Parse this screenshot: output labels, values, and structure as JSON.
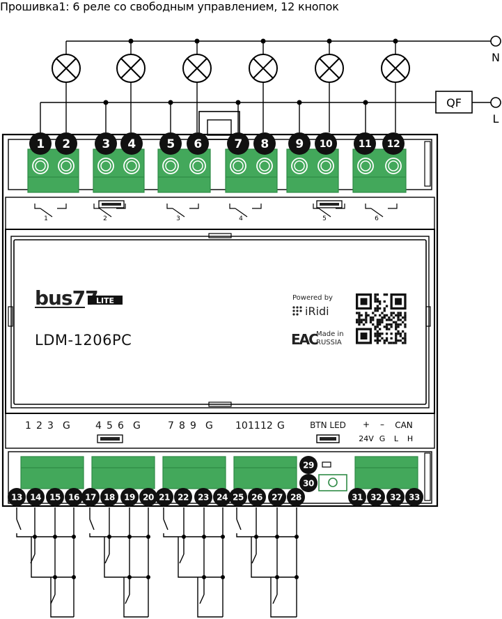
{
  "title": "Прошивка1: 6 реле со свободным управлением, 12 кнопок",
  "lines": {
    "n": "N",
    "l": "L",
    "breaker": "QF"
  },
  "device": {
    "brand": "bus77",
    "brand_badge": "LITE",
    "model": "LDM-1206PC",
    "powered_by": "Powered by",
    "partner": "iRidi",
    "cert": "EAC",
    "made_in_1": "Made in",
    "made_in_2": "RUSSIA"
  },
  "relay_terminals": [
    "1",
    "2",
    "3",
    "4",
    "5",
    "6",
    "7",
    "8",
    "9",
    "10",
    "11",
    "12"
  ],
  "relay_labels": [
    "1",
    "2",
    "3",
    "4",
    "5",
    "6"
  ],
  "input_groups": [
    {
      "labels": [
        "1",
        "2",
        "3",
        "G"
      ]
    },
    {
      "labels": [
        "4",
        "5",
        "6",
        "G"
      ]
    },
    {
      "labels": [
        "7",
        "8",
        "9",
        "G"
      ]
    },
    {
      "labels": [
        "10",
        "11",
        "12",
        "G"
      ]
    }
  ],
  "btn_led": "BTN LED",
  "power_labels": {
    "plus": "+",
    "minus": "–",
    "can": "CAN",
    "v24": "24V",
    "g": "G",
    "l": "L",
    "h": "H"
  },
  "input_terminals": [
    "13",
    "14",
    "15",
    "16",
    "17",
    "18",
    "19",
    "20",
    "21",
    "22",
    "23",
    "24",
    "25",
    "26",
    "27",
    "28"
  ],
  "led_terminals": [
    "29",
    "30"
  ],
  "power_terminals": [
    "31",
    "32",
    "32",
    "33"
  ],
  "colors": {
    "terminal_green": "#43a85b",
    "terminal_green_dark": "#2e8a45",
    "label_black": "#111111",
    "line": "#000000"
  }
}
